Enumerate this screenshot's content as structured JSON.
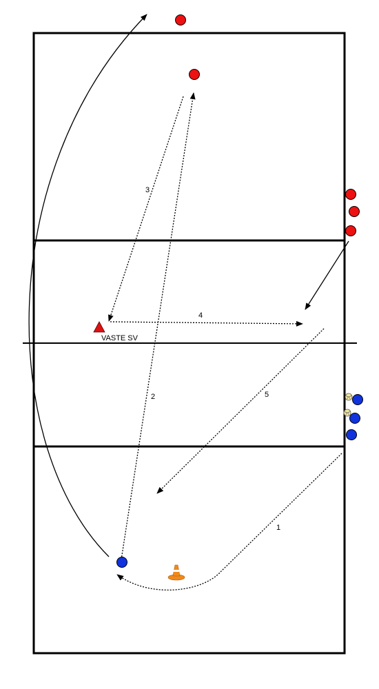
{
  "diagram": {
    "labels": {
      "fixed_setter": "VASTE SV",
      "step_1": "1",
      "step_2": "2",
      "step_3": "3",
      "step_4": "4",
      "step_5": "5"
    },
    "colors": {
      "court_lines": "#000000",
      "team_red": "#ee1111",
      "team_blue": "#1133dd",
      "setter_marker": "#dd1111",
      "cone": "#f08a1c",
      "ball": "#f2e6a0"
    },
    "icons": {
      "player_red": "red-circle",
      "player_blue": "blue-circle",
      "setter": "red-triangle",
      "cone": "training-cone",
      "ball": "volleyball"
    }
  }
}
